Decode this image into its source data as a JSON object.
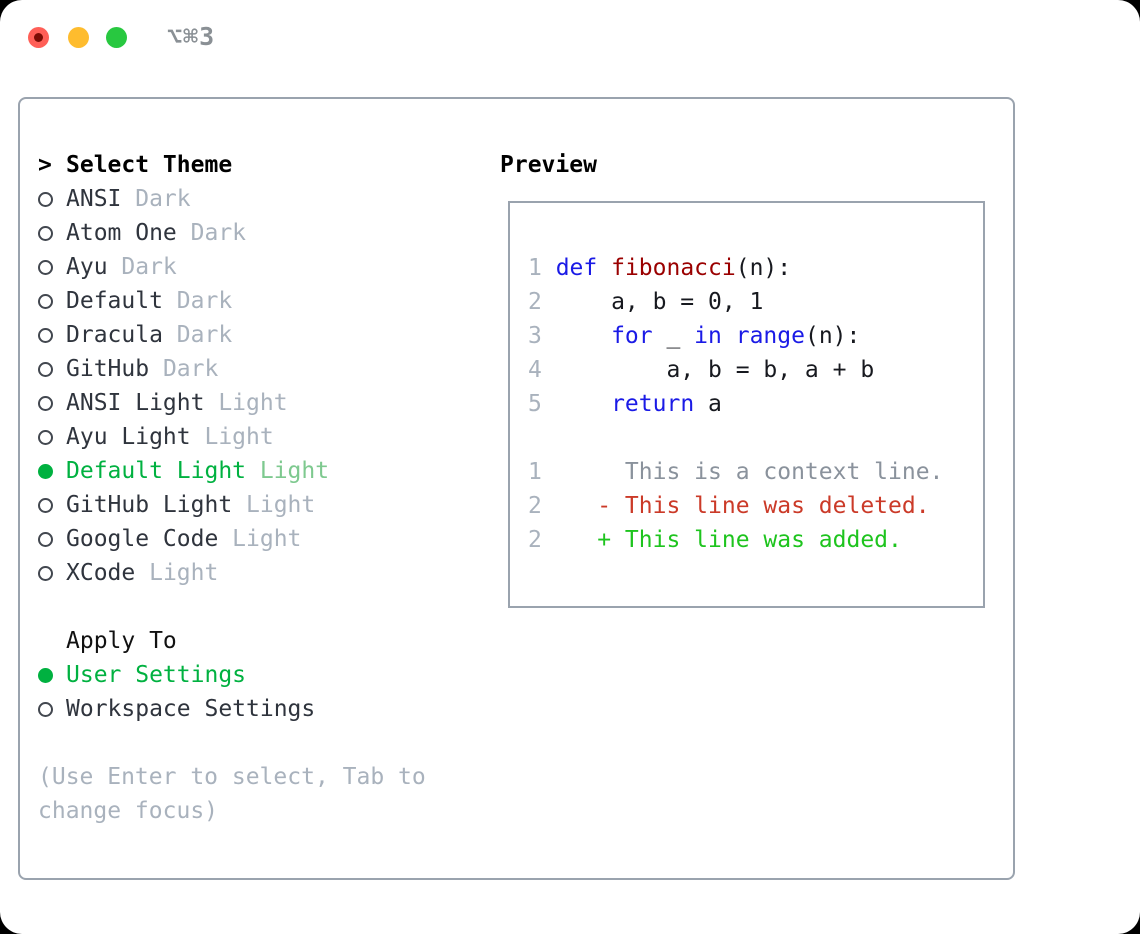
{
  "window": {
    "title": "⌥⌘3",
    "traffic_lights": [
      "close",
      "minimize",
      "zoom"
    ]
  },
  "colors": {
    "selection_green": "#00b140",
    "added_green": "#1ec41e",
    "deleted_red": "#cb3a28",
    "keyword_blue": "#1a1ae6",
    "function_red": "#9a0000",
    "muted_gray": "#a9b2bd",
    "panel_border": "#9aa3ae",
    "traffic_red": "#ff5f57",
    "traffic_yellow": "#febc2e",
    "traffic_green": "#28c840"
  },
  "theme_panel": {
    "heading_prefix": ">",
    "heading": "Select Theme",
    "themes": [
      {
        "name": "ANSI",
        "variant": "Dark",
        "selected": false
      },
      {
        "name": "Atom One",
        "variant": "Dark",
        "selected": false
      },
      {
        "name": "Ayu",
        "variant": "Dark",
        "selected": false
      },
      {
        "name": "Default",
        "variant": "Dark",
        "selected": false
      },
      {
        "name": "Dracula",
        "variant": "Dark",
        "selected": false
      },
      {
        "name": "GitHub",
        "variant": "Dark",
        "selected": false
      },
      {
        "name": "ANSI Light",
        "variant": "Light",
        "selected": false
      },
      {
        "name": "Ayu Light",
        "variant": "Light",
        "selected": false
      },
      {
        "name": "Default Light",
        "variant": "Light",
        "selected": true
      },
      {
        "name": "GitHub Light",
        "variant": "Light",
        "selected": false
      },
      {
        "name": "Google Code",
        "variant": "Light",
        "selected": false
      },
      {
        "name": "XCode",
        "variant": "Light",
        "selected": false
      }
    ],
    "apply_to": {
      "heading": "Apply To",
      "options": [
        {
          "label": "User Settings",
          "selected": true
        },
        {
          "label": "Workspace Settings",
          "selected": false
        }
      ]
    },
    "hint": "(Use Enter to select, Tab to change focus)"
  },
  "preview": {
    "heading": "Preview",
    "lines": [
      {
        "no": "1",
        "tokens": [
          {
            "t": "def",
            "c": "kw"
          },
          {
            "t": " ",
            "c": "plain"
          },
          {
            "t": "fibonacci",
            "c": "fn"
          },
          {
            "t": "(n):",
            "c": "plain"
          }
        ]
      },
      {
        "no": "2",
        "tokens": [
          {
            "t": "    a, b = 0, 1",
            "c": "plain"
          }
        ]
      },
      {
        "no": "3",
        "tokens": [
          {
            "t": "    ",
            "c": "plain"
          },
          {
            "t": "for",
            "c": "kw"
          },
          {
            "t": " _ ",
            "c": "plain"
          },
          {
            "t": "in",
            "c": "kw"
          },
          {
            "t": " ",
            "c": "plain"
          },
          {
            "t": "range",
            "c": "kw"
          },
          {
            "t": "(n):",
            "c": "plain"
          }
        ]
      },
      {
        "no": "4",
        "tokens": [
          {
            "t": "        a, b = b, a + b",
            "c": "plain"
          }
        ]
      },
      {
        "no": "5",
        "tokens": [
          {
            "t": "    ",
            "c": "plain"
          },
          {
            "t": "return",
            "c": "kw"
          },
          {
            "t": " a",
            "c": "plain"
          }
        ]
      },
      {
        "no": "",
        "tokens": []
      },
      {
        "no": "1",
        "tokens": [
          {
            "t": "     This is a context line.",
            "c": "ctx"
          }
        ]
      },
      {
        "no": "2",
        "tokens": [
          {
            "t": "   - This line was deleted.",
            "c": "del"
          }
        ]
      },
      {
        "no": "2",
        "tokens": [
          {
            "t": "   + This line was added.",
            "c": "add"
          }
        ]
      }
    ]
  }
}
